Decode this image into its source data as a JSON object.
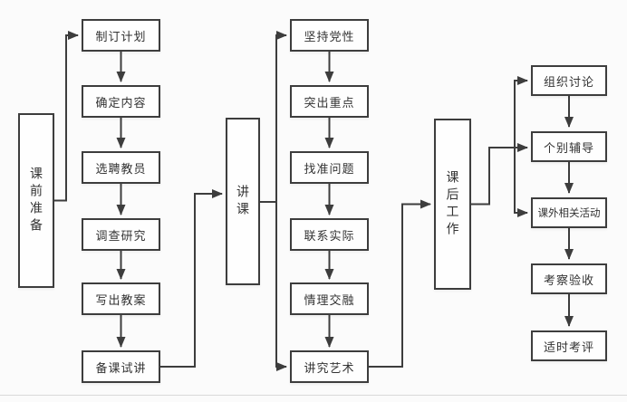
{
  "diagram": {
    "title_implied": "教学流程图",
    "nodes": {
      "prep": "课前准备",
      "plan": "制订计划",
      "content": "确定内容",
      "select_teachers": "选聘教员",
      "research": "调查研究",
      "write_lesson": "写出教案",
      "rehearse": "备课试讲",
      "lecture": "讲课",
      "party_spirit": "坚持党性",
      "key_points": "突出重点",
      "find_problems": "找准问题",
      "link_practice": "联系实际",
      "emotion_reason": "情理交融",
      "artistry": "讲究艺术",
      "after_class": "课后工作",
      "discussion": "组织讨论",
      "tutoring": "个别辅导",
      "activities": "课外相关活动",
      "inspection": "考察验收",
      "evaluation": "适时考评"
    },
    "colors": {
      "background": "#fbfbfb",
      "box_fill": "#fefefe",
      "box_border": "#3d3d3d",
      "line": "#3d3d3d",
      "text": "#333333",
      "divider": "#d9d9d9"
    }
  }
}
